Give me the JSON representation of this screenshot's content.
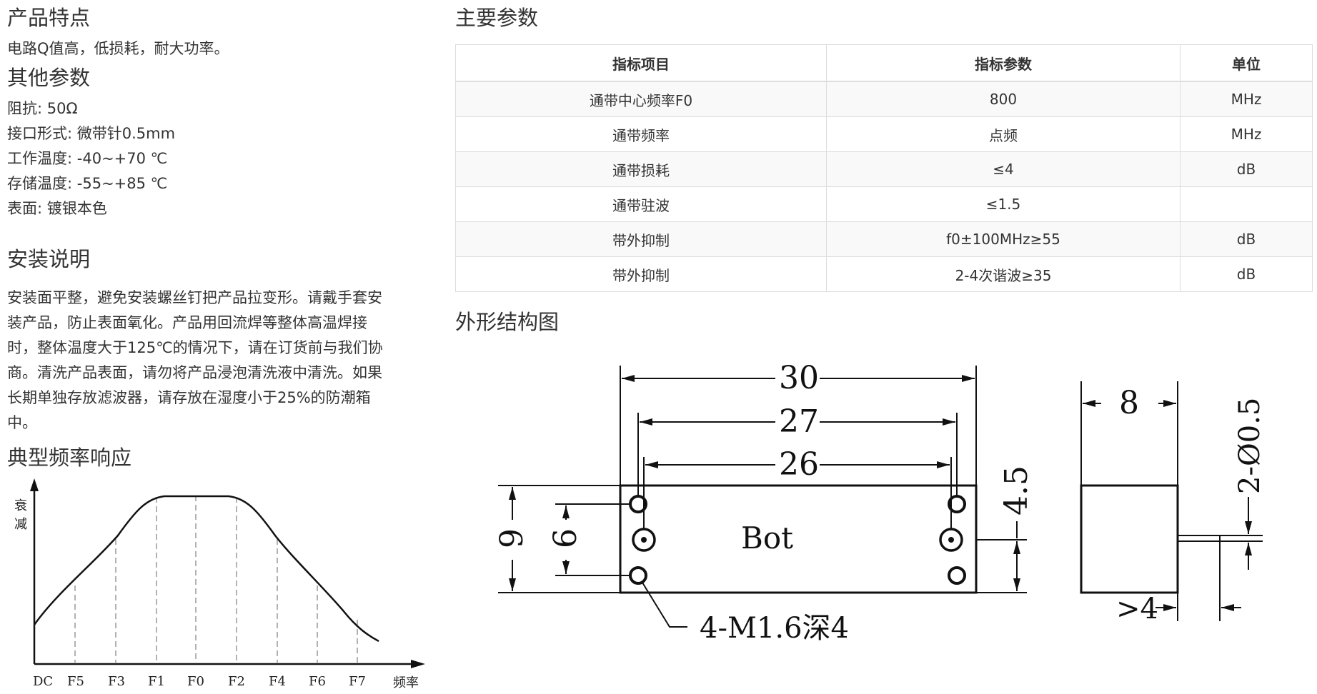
{
  "left": {
    "features_title": "产品特点",
    "features_text": "电路Q值高，低损耗，耐大功率。",
    "other_title": "其他参数",
    "params": [
      {
        "label": "阻抗: ",
        "value": "50Ω"
      },
      {
        "label": "接口形式: ",
        "value": "微带针0.5mm"
      },
      {
        "label": "工作温度: ",
        "value": "-40~+70 ℃"
      },
      {
        "label": "存储温度: ",
        "value": "-55~+85 ℃"
      },
      {
        "label": "表面: ",
        "value": "镀银本色"
      }
    ],
    "install_title": "安装说明",
    "install_lines": [
      "安装面平整，避免安装螺丝钉把产品拉变形。请戴手套安",
      "装产品，防止表面氧化。产品用回流焊等整体高温焊接",
      "时，整体温度大于125℃的情况下，请在订货前与我们协",
      "商。清洗产品表面，请勿将产品浸泡清洗液中清洗。如果",
      "长期单独存放滤波器，请存放在湿度小于25%的防潮箱",
      "中。"
    ],
    "response_title": "典型频率响应",
    "chart": {
      "ylabel_1": "衰",
      "ylabel_2": "减",
      "xlabel": "频率",
      "ticks": [
        "DC",
        "F5",
        "F3",
        "F1",
        "F0",
        "F2",
        "F4",
        "F6",
        "F7"
      ]
    }
  },
  "right": {
    "main_title": "主要参数",
    "table": {
      "headers": [
        "指标项目",
        "指标参数",
        "单位"
      ],
      "rows": [
        [
          "通带中心频率F0",
          "800",
          "MHz"
        ],
        [
          "通带频率",
          "点频",
          "MHz"
        ],
        [
          "通带损耗",
          "≤4",
          "dB"
        ],
        [
          "通带驻波",
          "≤1.5",
          ""
        ],
        [
          "带外抑制",
          "f0±100MHz≥55",
          "dB"
        ],
        [
          "带外抑制",
          "2-4次谐波≥35",
          "dB"
        ]
      ]
    },
    "outline_title": "外形结构图",
    "drawing": {
      "dim_30": "30",
      "dim_27": "27",
      "dim_26": "26",
      "dim_9": "9",
      "dim_6": "6",
      "dim_4_5": "4.5",
      "dim_8": "8",
      "dim_pin": "2-Ø0.5",
      "dim_gt4": ">4",
      "label_bot": "Bot",
      "label_screw": "4-M1.6深4"
    }
  }
}
